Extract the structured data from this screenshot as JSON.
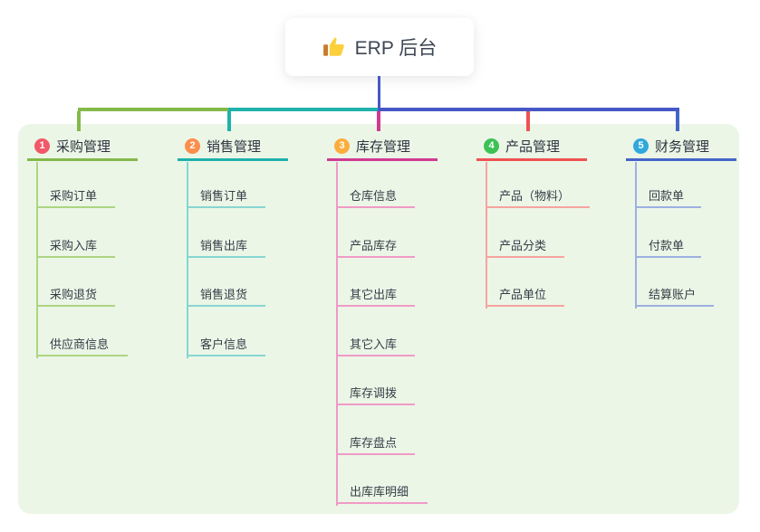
{
  "root": {
    "label": "ERP 后台",
    "icon": "thumbs-up-icon"
  },
  "canvas": {
    "background": "#ffffff",
    "panel_background": "#ebf6e7",
    "root_line_color": "#4758c6",
    "text_color": "#2e3440"
  },
  "branches": [
    {
      "badge": "1",
      "badge_color": "#f25868",
      "label": "采购管理",
      "line_color": "#84b94a",
      "child_line_color": "#aed581",
      "children": [
        "采购订单",
        "采购入库",
        "采购退货",
        "供应商信息"
      ]
    },
    {
      "badge": "2",
      "badge_color": "#fb8e4c",
      "label": "销售管理",
      "line_color": "#1fb1ab",
      "child_line_color": "#86d6d0",
      "children": [
        "销售订单",
        "销售出库",
        "销售退货",
        "客户信息"
      ]
    },
    {
      "badge": "3",
      "badge_color": "#fbad3c",
      "label": "库存管理",
      "line_color": "#d13a92",
      "child_line_color": "#f09ac6",
      "children": [
        "仓库信息",
        "产品库存",
        "其它出库",
        "其它入库",
        "库存调拨",
        "库存盘点",
        "出库库明细"
      ]
    },
    {
      "badge": "4",
      "badge_color": "#3cc155",
      "label": "产品管理",
      "line_color": "#ef5252",
      "child_line_color": "#f7a3a0",
      "children": [
        "产品（物料）",
        "产品分类",
        "产品单位"
      ]
    },
    {
      "badge": "5",
      "badge_color": "#2fa8dc",
      "label": "财务管理",
      "line_color": "#4465c8",
      "child_line_color": "#9cb0e2",
      "children": [
        "回款单",
        "付款单",
        "结算账户"
      ]
    }
  ]
}
